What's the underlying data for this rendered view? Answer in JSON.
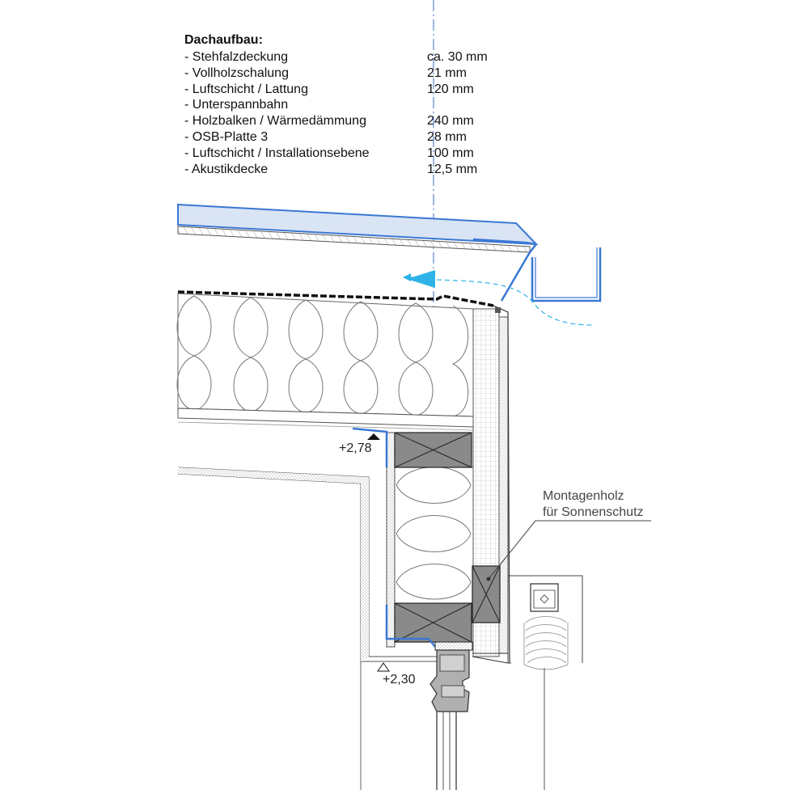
{
  "legend": {
    "title": "Dachaufbau:",
    "layers": [
      {
        "name": "- Stehfalzdeckung",
        "value": "ca. 30 mm"
      },
      {
        "name": "- Vollholzschalung",
        "value": "21 mm"
      },
      {
        "name": "- Luftschicht / Lattung",
        "value": "120 mm"
      },
      {
        "name": "- Unterspannbahn",
        "value": ""
      },
      {
        "name": "- Holzbalken / Wärmedämmung",
        "value": "240 mm"
      },
      {
        "name": "- OSB-Platte 3",
        "value": "28 mm"
      },
      {
        "name": "- Luftschicht / Installationsebene",
        "value": "100 mm"
      },
      {
        "name": "- Akustikdecke",
        "value": "12,5 mm"
      }
    ]
  },
  "levels": {
    "upper": "+2,78",
    "lower": "+2,30"
  },
  "callout": {
    "line1": "Montagenholz",
    "line2": "für Sonnenschutz"
  },
  "colors": {
    "sheet_metal": "#3a78d4",
    "sheet_metal_fill": "#d9e4f5",
    "airflow": "#2fb3e6",
    "timber": "#888888",
    "linework": "#333333",
    "axis": "#3a6fc4"
  }
}
